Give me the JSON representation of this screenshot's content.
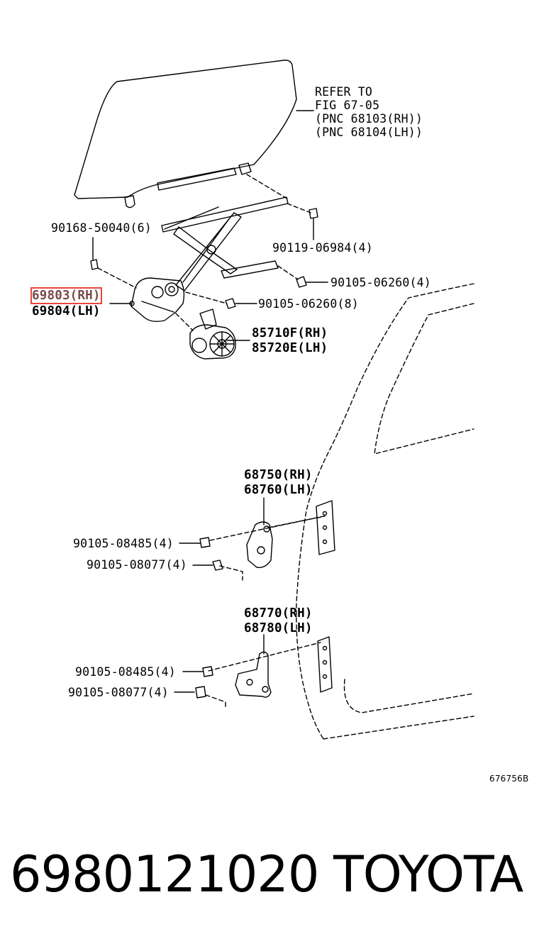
{
  "diagram": {
    "refer": {
      "line1": "REFER TO",
      "line2": "FIG 67-05",
      "line3": "(PNC 68103(RH))",
      "line4": "(PNC 68104(LH))"
    },
    "parts": {
      "p1": "90168-50040(6)",
      "p2": "90119-06984(4)",
      "p3": "90105-06260(4)",
      "p4": "90105-06260(8)",
      "p5_rh": "69803(RH)",
      "p5_lh": "69804(LH)",
      "p6_rh": "85710F(RH)",
      "p6_lh": "85720E(LH)",
      "p7_rh": "68750(RH)",
      "p7_lh": "68760(LH)",
      "p8": "90105-08485(4)",
      "p9": "90105-08077(4)",
      "p10_rh": "68770(RH)",
      "p10_lh": "68780(LH)",
      "p11": "90105-08485(4)",
      "p12": "90105-08077(4)"
    },
    "highlighted_part": "69803(RH)",
    "figure_id": "676756B"
  },
  "caption": {
    "part_number": "6980121020",
    "brand": "TOYOTA"
  },
  "colors": {
    "line": "#000000",
    "highlight": "#e8463f",
    "background": "#ffffff"
  }
}
